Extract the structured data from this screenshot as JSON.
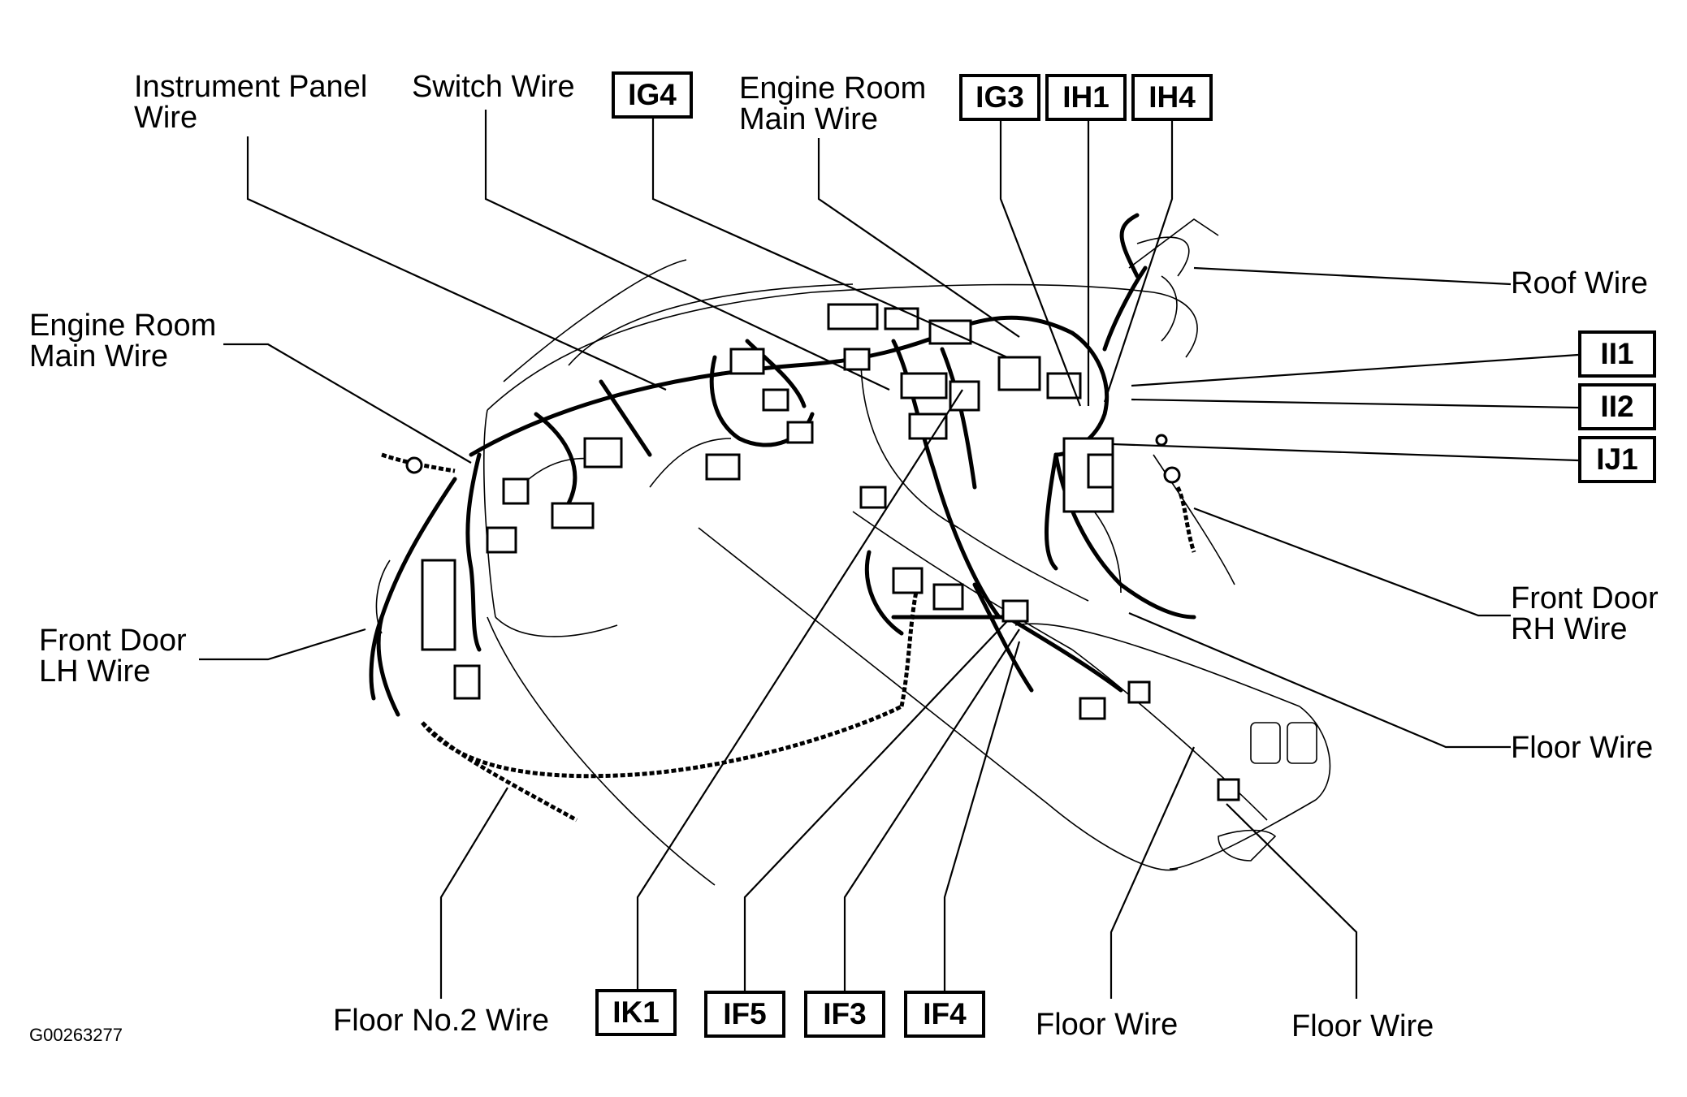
{
  "labels": {
    "instrument_panel_wire": [
      "Instrument Panel",
      "Wire"
    ],
    "switch_wire": "Switch Wire",
    "engine_room_main_wire_top": [
      "Engine Room",
      "Main Wire"
    ],
    "engine_room_main_wire_left": [
      "Engine Room",
      "Main Wire"
    ],
    "roof_wire": "Roof Wire",
    "front_door_lh_wire": [
      "Front Door",
      "LH Wire"
    ],
    "front_door_rh_wire": [
      "Front Door",
      "RH Wire"
    ],
    "floor_wire_right": "Floor Wire",
    "floor_no2_wire": "Floor No.2 Wire",
    "floor_wire_bottom_1": "Floor Wire",
    "floor_wire_bottom_2": "Floor Wire"
  },
  "connectors": {
    "ig4": "IG4",
    "ig3": "IG3",
    "ih1": "IH1",
    "ih4": "IH4",
    "ii1": "II1",
    "ii2": "II2",
    "ij1": "IJ1",
    "ik1": "IK1",
    "if5": "IF5",
    "if3": "IF3",
    "if4": "IF4"
  },
  "figure_code": "G00263277"
}
